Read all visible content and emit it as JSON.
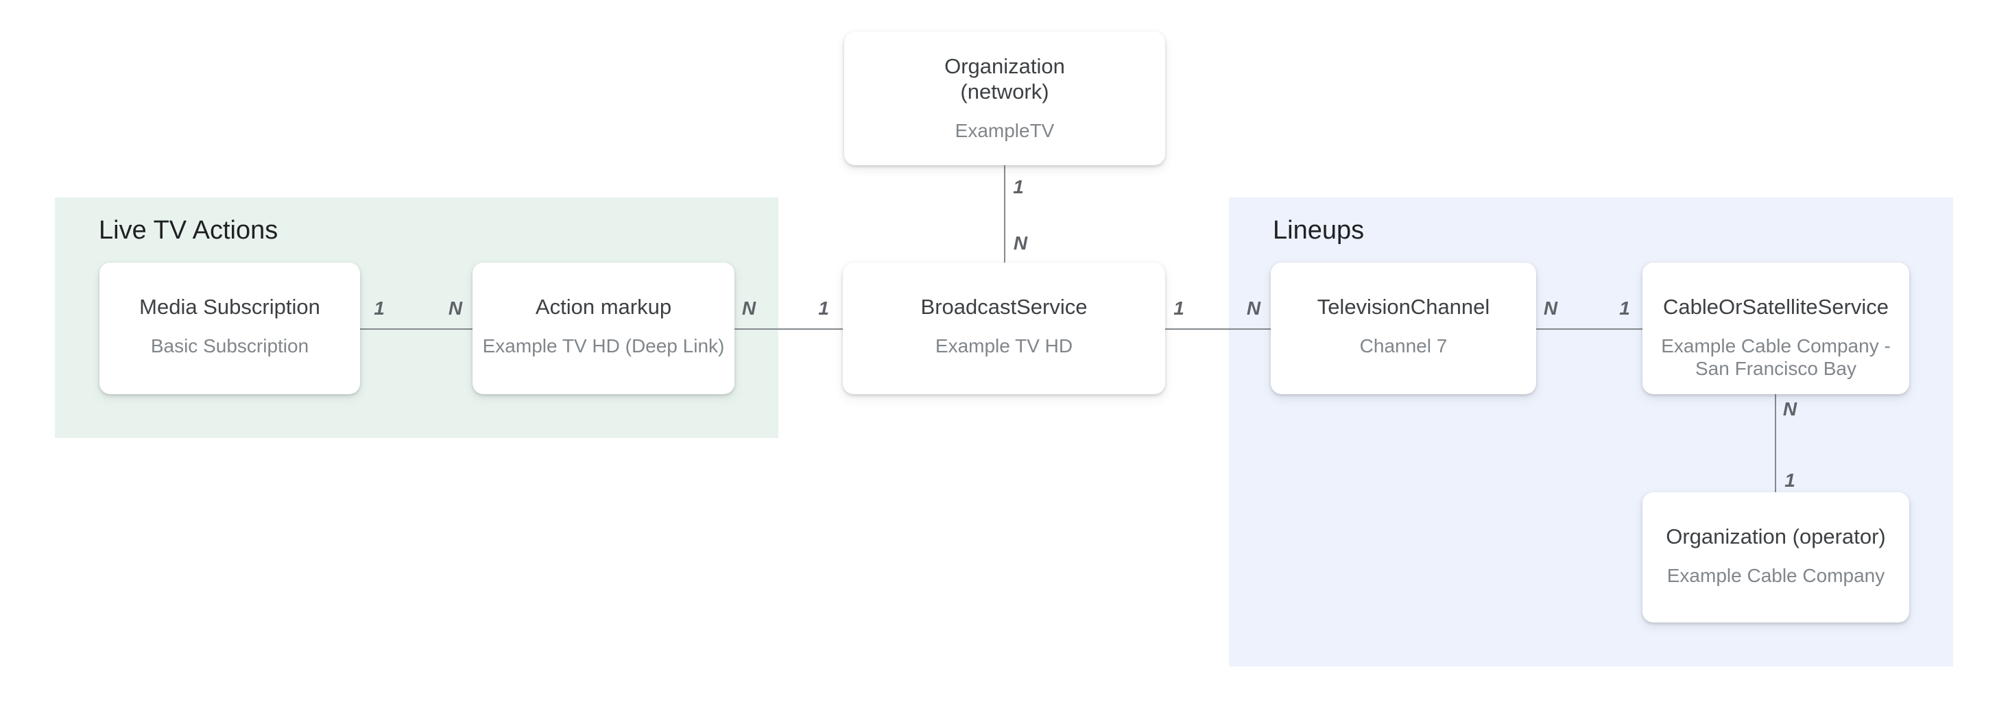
{
  "diagram": {
    "regions": {
      "live_tv_actions": {
        "label": "Live TV Actions"
      },
      "lineups": {
        "label": "Lineups"
      }
    },
    "nodes": {
      "org_network": {
        "title": "Organization\n(network)",
        "subtitle": "ExampleTV"
      },
      "media_subscription": {
        "title": "Media Subscription",
        "subtitle": "Basic Subscription"
      },
      "action_markup": {
        "title": "Action markup",
        "subtitle": "Example TV HD (Deep Link)"
      },
      "broadcast_service": {
        "title": "BroadcastService",
        "subtitle": "Example TV HD"
      },
      "television_channel": {
        "title": "TelevisionChannel",
        "subtitle": "Channel 7"
      },
      "cable_or_satellite_service": {
        "title": "CableOrSatelliteService",
        "subtitle": "Example Cable Company - San Francisco Bay"
      },
      "org_operator": {
        "title": "Organization (operator)",
        "subtitle": "Example Cable Company"
      }
    },
    "cardinalities": {
      "network_to_broadcast": {
        "from": "1",
        "to": "N"
      },
      "media_to_action": {
        "from": "1",
        "to": "N"
      },
      "action_to_broadcast": {
        "from": "N",
        "to": "1"
      },
      "broadcast_to_channel": {
        "from": "1",
        "to": "N"
      },
      "channel_to_cable": {
        "from": "N",
        "to": "1"
      },
      "cable_to_operator": {
        "from": "N",
        "to": "1"
      }
    },
    "colors": {
      "live_tv_region_bg": "#E9F3EE",
      "lineups_region_bg": "#EDF2FC",
      "node_bg": "#FFFFFF",
      "node_title": "#3C4043",
      "node_subtitle": "#80868B",
      "edge_line": "#85898D",
      "cardinality_text": "#5F6368",
      "region_title": "#202124"
    }
  }
}
